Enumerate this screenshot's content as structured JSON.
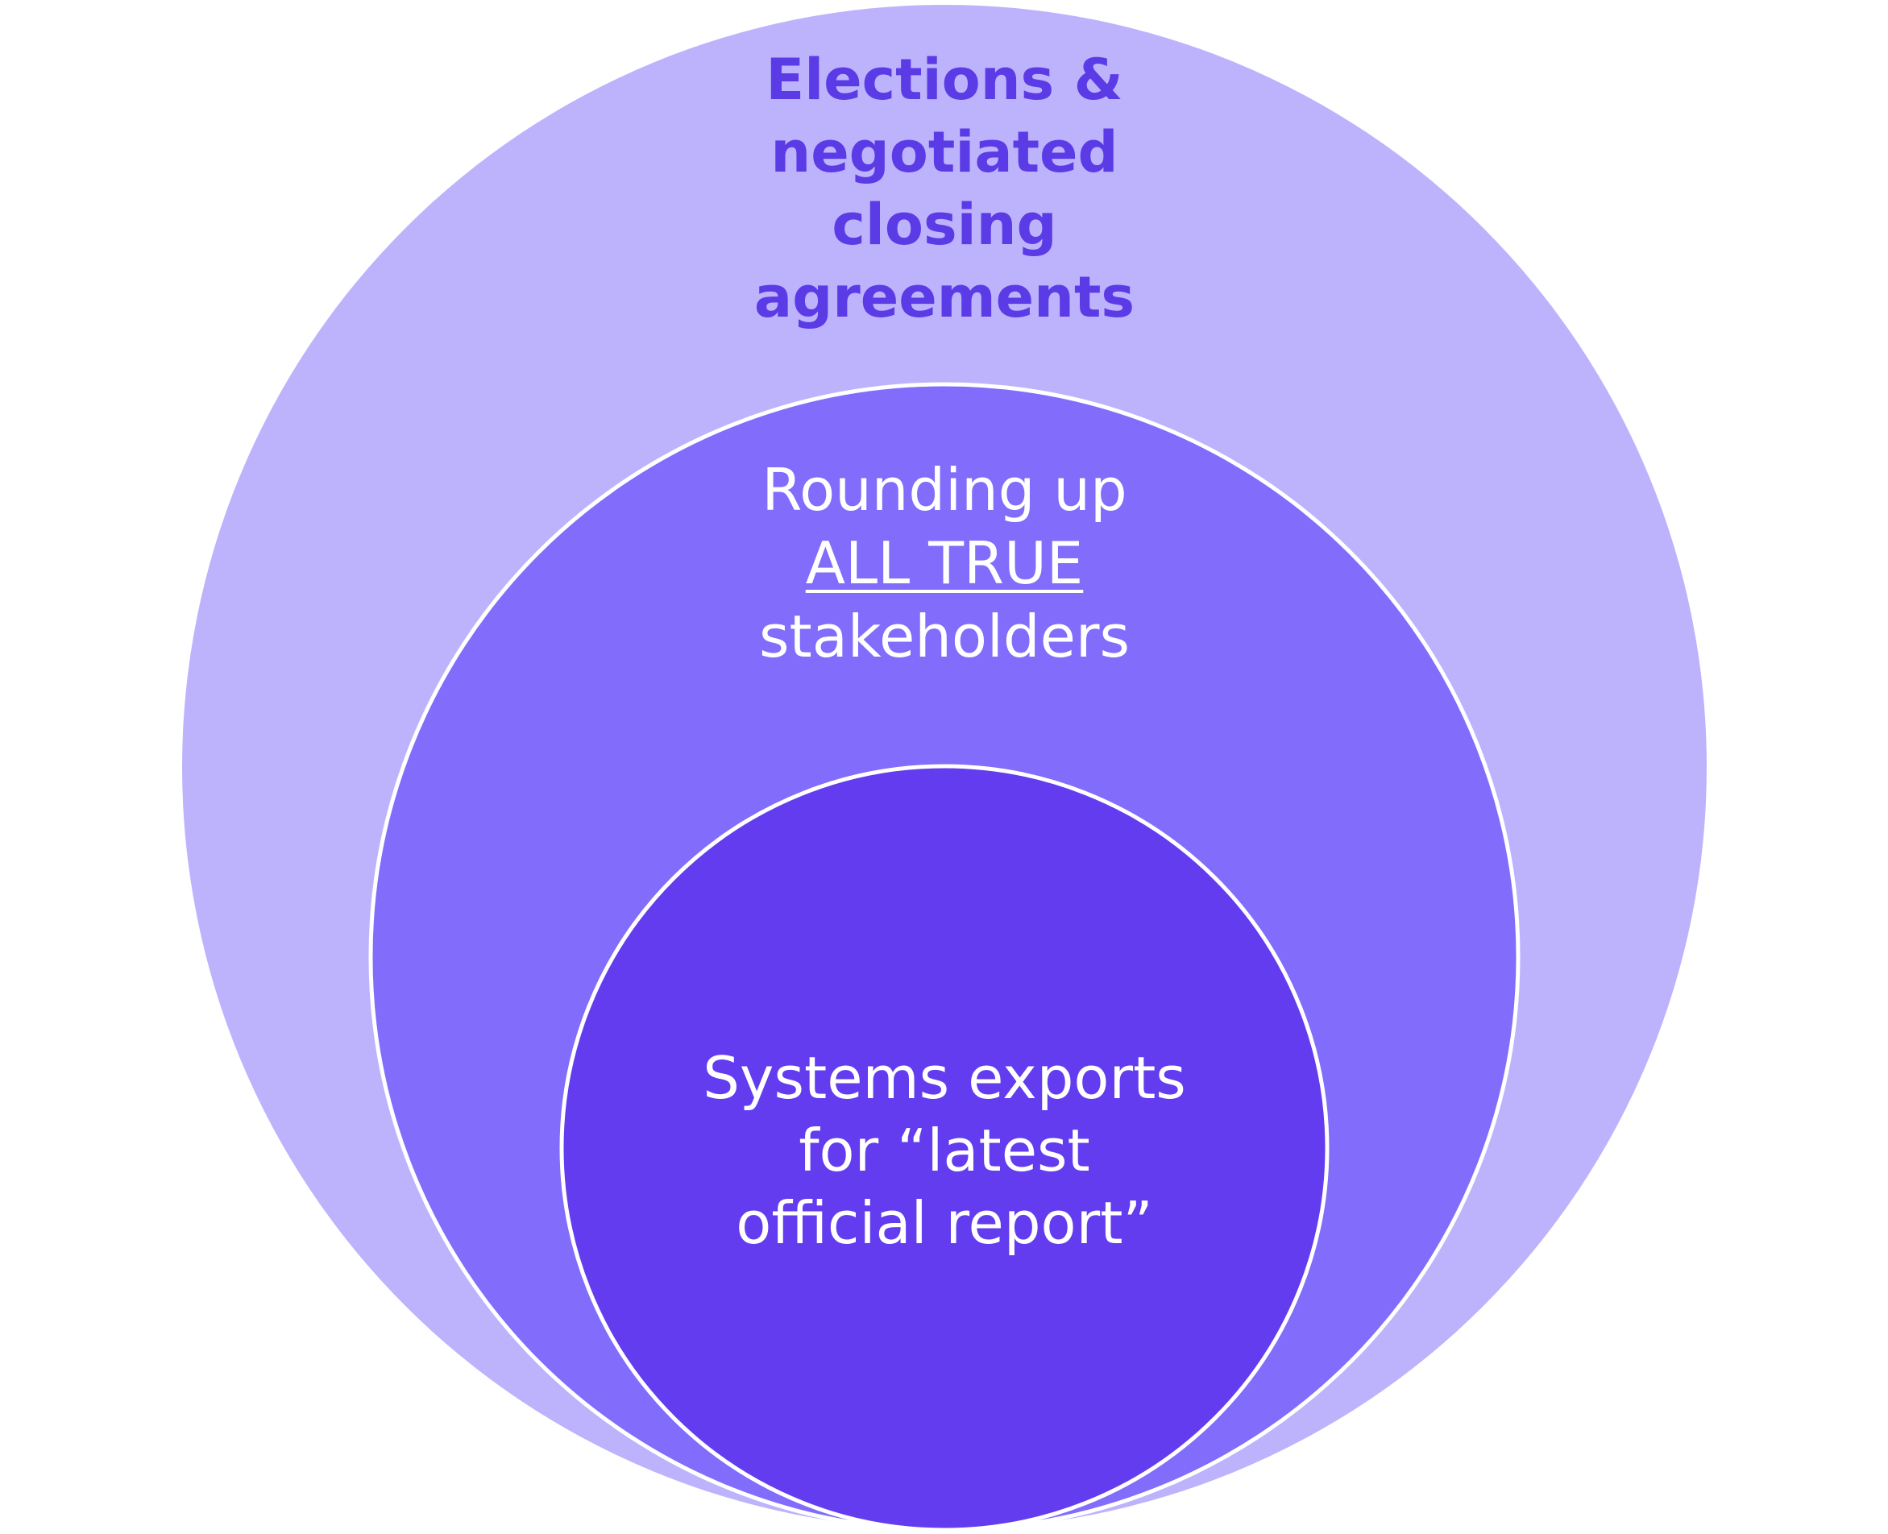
{
  "diagram": {
    "type": "nested-circles",
    "colors": {
      "outer_fill": "#BDB3FD",
      "middle_fill": "#816CFB",
      "inner_fill": "#623CEE",
      "ring_stroke": "#FFFFFF",
      "outer_text": "#5B3BE6",
      "inner_text": "#FFFFFF"
    },
    "outer": {
      "lines": [
        "Elections &",
        "negotiated",
        "closing",
        "agreements"
      ]
    },
    "middle": {
      "line1": "Rounding up",
      "line2_underlined": "ALL TRUE",
      "line3": "stakeholders"
    },
    "inner": {
      "lines": [
        "Systems exports",
        "for “latest",
        "official report”"
      ]
    }
  }
}
